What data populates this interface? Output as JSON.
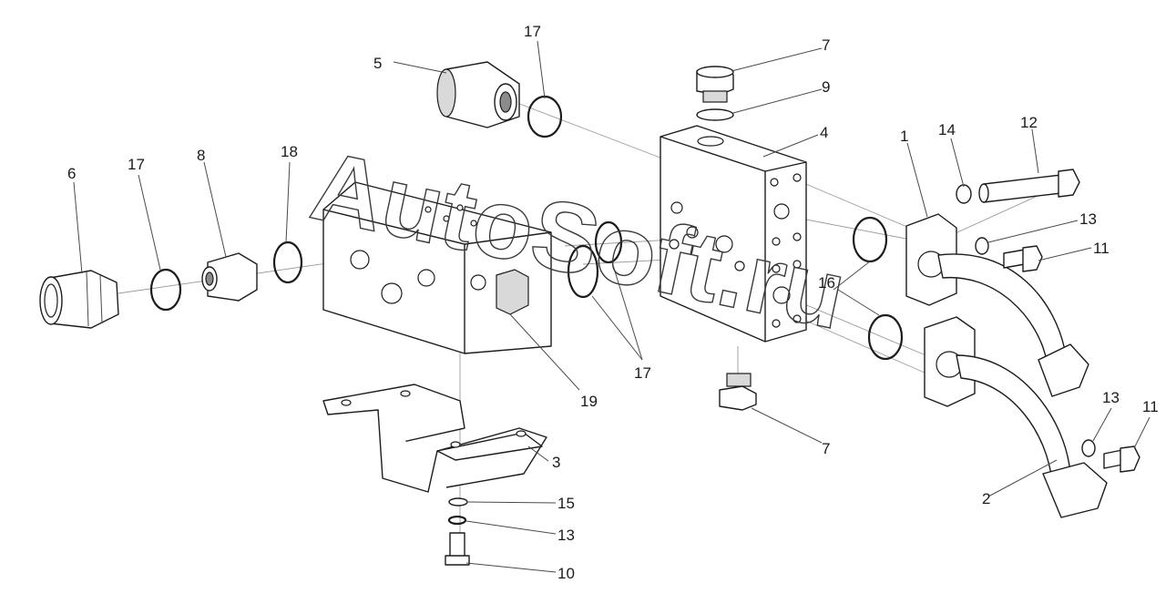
{
  "watermark": {
    "text": "AutoSoft.ru"
  },
  "callouts": [
    {
      "id": "c-17-top",
      "label": "17"
    },
    {
      "id": "c-5",
      "label": "5"
    },
    {
      "id": "c-7-top",
      "label": "7"
    },
    {
      "id": "c-9",
      "label": "9"
    },
    {
      "id": "c-4",
      "label": "4"
    },
    {
      "id": "c-1",
      "label": "1"
    },
    {
      "id": "c-14",
      "label": "14"
    },
    {
      "id": "c-12",
      "label": "12"
    },
    {
      "id": "c-13-mid",
      "label": "13"
    },
    {
      "id": "c-11-mid",
      "label": "11"
    },
    {
      "id": "c-6",
      "label": "6"
    },
    {
      "id": "c-17-left",
      "label": "17"
    },
    {
      "id": "c-8",
      "label": "8"
    },
    {
      "id": "c-18",
      "label": "18"
    },
    {
      "id": "c-16",
      "label": "16"
    },
    {
      "id": "c-17-bottom",
      "label": "17"
    },
    {
      "id": "c-19",
      "label": "19"
    },
    {
      "id": "c-7-bottom",
      "label": "7"
    },
    {
      "id": "c-13-right",
      "label": "13"
    },
    {
      "id": "c-11-right",
      "label": "11"
    },
    {
      "id": "c-3",
      "label": "3"
    },
    {
      "id": "c-2",
      "label": "2"
    },
    {
      "id": "c-15",
      "label": "15"
    },
    {
      "id": "c-13-bottom",
      "label": "13"
    },
    {
      "id": "c-10",
      "label": "10"
    }
  ]
}
